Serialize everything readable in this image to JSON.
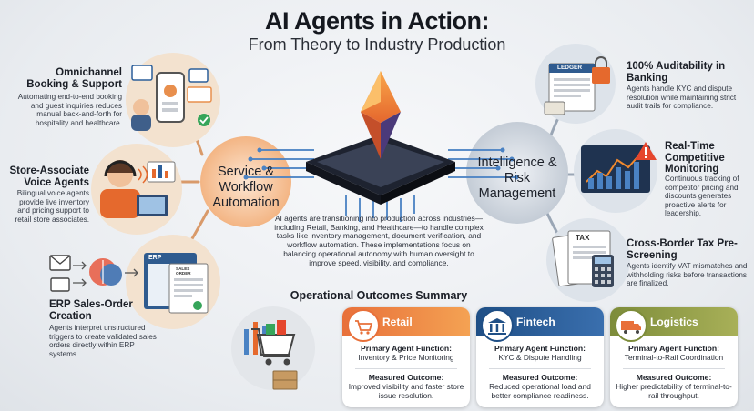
{
  "title": "AI Agents in Action:",
  "subtitle": "From Theory to Industry Production",
  "left_hub": {
    "label": "Service & Workflow Automation"
  },
  "right_hub": {
    "label": "Intelligence & Risk Management"
  },
  "left_items": [
    {
      "title": "Omnichannel Booking & Support",
      "desc": "Automating end-to-end booking and guest inquiries reduces manual back-and-forth for hospitality and healthcare."
    },
    {
      "title": "Store-Associate Voice Agents",
      "desc": "Bilingual voice agents provide live inventory and pricing support to retail store associates."
    },
    {
      "title": "ERP Sales-Order Creation",
      "desc": "Agents interpret unstructured triggers to create validated sales orders directly within ERP systems."
    }
  ],
  "right_items": [
    {
      "title": "100% Auditability in Banking",
      "desc": "Agents handle KYC and dispute resolution while maintaining strict audit trails for compliance."
    },
    {
      "title": "Real-Time Competitive Monitoring",
      "desc": "Continuous tracking of competitor pricing and discounts generates proactive alerts for leadership."
    },
    {
      "title": "Cross-Border Tax Pre-Screening",
      "desc": "Agents identify VAT mismatches and withholding risks before transactions are finalized."
    }
  ],
  "intro": "AI agents are transitioning into production across industries—including Retail, Banking, and Healthcare—to handle complex tasks like inventory management, document verification, and workflow automation. These implementations focus on balancing operational autonomy with human oversight to improve speed, visibility, and compliance.",
  "outcomes_title": "Operational Outcomes Summary",
  "image_labels": {
    "ledger": "LEDGER",
    "erp": "ERP",
    "sales_order": "SALES ORDER",
    "tax": "TAX"
  },
  "outcomes": [
    {
      "name": "Retail",
      "function_label": "Primary Agent Function:",
      "function": "Inventory & Price Monitoring",
      "outcome_label": "Measured Outcome:",
      "outcome": "Improved visibility and faster store issue resolution."
    },
    {
      "name": "Fintech",
      "function_label": "Primary Agent Function:",
      "function": "KYC & Dispute Handling",
      "outcome_label": "Measured Outcome:",
      "outcome": "Reduced operational load and better compliance readiness."
    },
    {
      "name": "Logistics",
      "function_label": "Primary Agent Function:",
      "function": "Terminal-to-Rail Coordination",
      "outcome_label": "Measured Outcome:",
      "outcome": "Higher predictability of terminal-to-rail throughput."
    }
  ],
  "colors": {
    "retail": "#e8703a",
    "fintech": "#1f4f86",
    "logistics": "#7d8c3a",
    "left_hub": "#f6c9a6",
    "right_hub": "#cfd6df",
    "accent_orange": "#f28a2e"
  }
}
